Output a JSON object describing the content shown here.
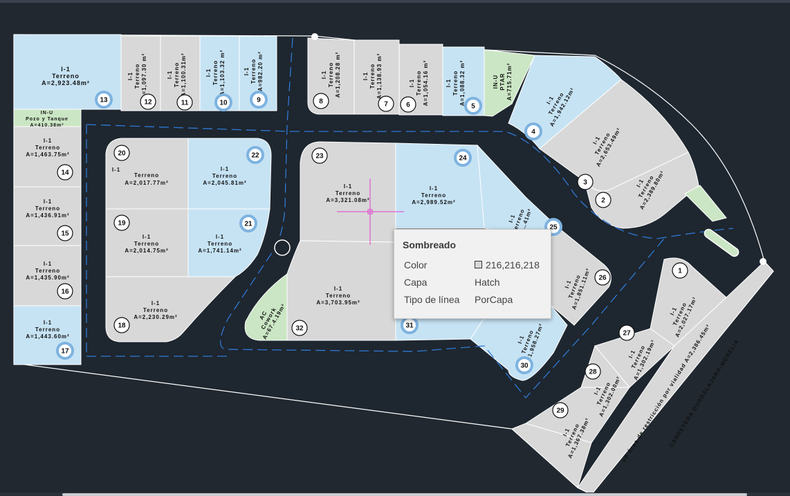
{
  "colors": {
    "background": "#212830",
    "road": "#1e262f",
    "lot_gray": "#d8d8d8",
    "lot_blue": "#c6e3f4",
    "lot_green": "#cbe6c4",
    "badge_blue": "#7eb3e0",
    "road_line": "#2f7ad6",
    "cursor": "#e23fd0"
  },
  "labels": {
    "l13": {
      "use": "I-1",
      "type": "Terreno",
      "area": "A=2,923.48m²",
      "num": "13"
    },
    "l12": {
      "use": "I-1",
      "type": "Terreno",
      "area": "A=1,097.30 m²",
      "num": "12"
    },
    "l11": {
      "use": "I-1",
      "type": "Terreno",
      "area": "A=1,100.31m²",
      "num": "11"
    },
    "l10": {
      "use": "I-1",
      "type": "Terreno",
      "area": "A=1,103.32 m²",
      "num": "10"
    },
    "l9": {
      "use": "I-1",
      "type": "Terreno",
      "area": "A=982.20 m²",
      "num": "9"
    },
    "l8": {
      "use": "I-1",
      "type": "Terreno",
      "area": "A=1,208.28 m²",
      "num": "8"
    },
    "l7": {
      "use": "I-1",
      "type": "Terreno",
      "area": "A=1,138.93 m²",
      "num": "7"
    },
    "l6": {
      "use": "I-1",
      "type": "Terreno",
      "area": "A=1,054.16 m²",
      "num": "6"
    },
    "l5": {
      "use": "I-1",
      "type": "Terreno",
      "area": "A=1,088.32 m²",
      "num": "5"
    },
    "ptar": {
      "use": "IN-U",
      "type": "PTAR",
      "area": "A=715.71m²"
    },
    "l4": {
      "use": "I-1",
      "type": "Terreno",
      "area": "A=1,942.12m²",
      "num": "4"
    },
    "l3": {
      "use": "I-1",
      "type": "Terreno",
      "area": "A=2,653.49m²",
      "num": "3"
    },
    "l2": {
      "use": "I-1",
      "type": "Terreno",
      "area": "A=2,389.80m²",
      "num": "2"
    },
    "pozo": {
      "use": "IN-U",
      "type": "Pozo y Tanque",
      "area": "A=410.38m²"
    },
    "l14": {
      "use": "I-1",
      "type": "Terreno",
      "area": "A=1,463.75m²",
      "num": "14"
    },
    "l15": {
      "use": "I-1",
      "type": "Terreno",
      "area": "A=1,436.91m²",
      "num": "15"
    },
    "l16": {
      "use": "I-1",
      "type": "Terreno",
      "area": "A=1,435.90m²",
      "num": "16"
    },
    "l17": {
      "use": "I-1",
      "type": "Terreno",
      "area": "A=1,443.60m²",
      "num": "17"
    },
    "l20": {
      "use": "I-1",
      "type": "Terreno",
      "area": "A=2,017.77m²",
      "num": "20"
    },
    "l22": {
      "use": "I-1",
      "type": "Terreno",
      "area": "A=2,045.81m²",
      "num": "22"
    },
    "l19": {
      "use": "I-1",
      "type": "Terreno",
      "area": "A=2,014.75m²",
      "num": "19"
    },
    "l21": {
      "use": "I-1",
      "type": "Terreno",
      "area": "A=1,741.14m²",
      "num": "21"
    },
    "l18": {
      "use": "I-1",
      "type": "Terreno",
      "area": "A=2,230.29m²",
      "num": "18"
    },
    "l23": {
      "use": "I-1",
      "type": "Terreno",
      "area": "A=3,321.08m²",
      "num": "23"
    },
    "l24": {
      "use": "I-1",
      "type": "Terreno",
      "area": "A=2,989.52m²",
      "num": "24"
    },
    "l25": {
      "use": "I-1",
      "type": "Terreno",
      "area": "A=…41m²",
      "num": "25"
    },
    "l26": {
      "use": "I-1",
      "type": "Terreno",
      "area": "A=1,851.11m²",
      "num": "26"
    },
    "l32": {
      "use": "I-1",
      "type": "Terreno",
      "area": "A=3,703.95m²",
      "num": "32"
    },
    "cowork": {
      "use": "AC",
      "type": "Cowork",
      "area": "A=67.4.19m²"
    },
    "l31": {
      "num": "31"
    },
    "l30": {
      "use": "I-1",
      "type": "Terreno",
      "area": "A=1,958.27m²",
      "num": "30"
    },
    "l1": {
      "use": "I-1",
      "type": "Terreno",
      "area": "A=2,027.17m²",
      "num": "1"
    },
    "l27": {
      "use": "I-1",
      "type": "Terreno",
      "area": "A=1,302.19m²",
      "num": "27"
    },
    "l28": {
      "use": "I-1",
      "type": "Terreno",
      "area": "A=1,302.00m²",
      "num": "28"
    },
    "l29": {
      "use": "I-1",
      "type": "Terreno",
      "area": "A=1,367.38m²",
      "num": "29"
    },
    "vp": "VP Área de restricción por vialidad A=2,386.45m²",
    "carretera": "CARRETERA GUADALAJARA-MORELIA"
  },
  "tooltip": {
    "title": "Sombreado",
    "rows": [
      {
        "label": "Color",
        "value": "216,216,218"
      },
      {
        "label": "Capa",
        "value": "Hatch"
      },
      {
        "label": "Tipo de línea",
        "value": "PorCapa"
      }
    ]
  }
}
